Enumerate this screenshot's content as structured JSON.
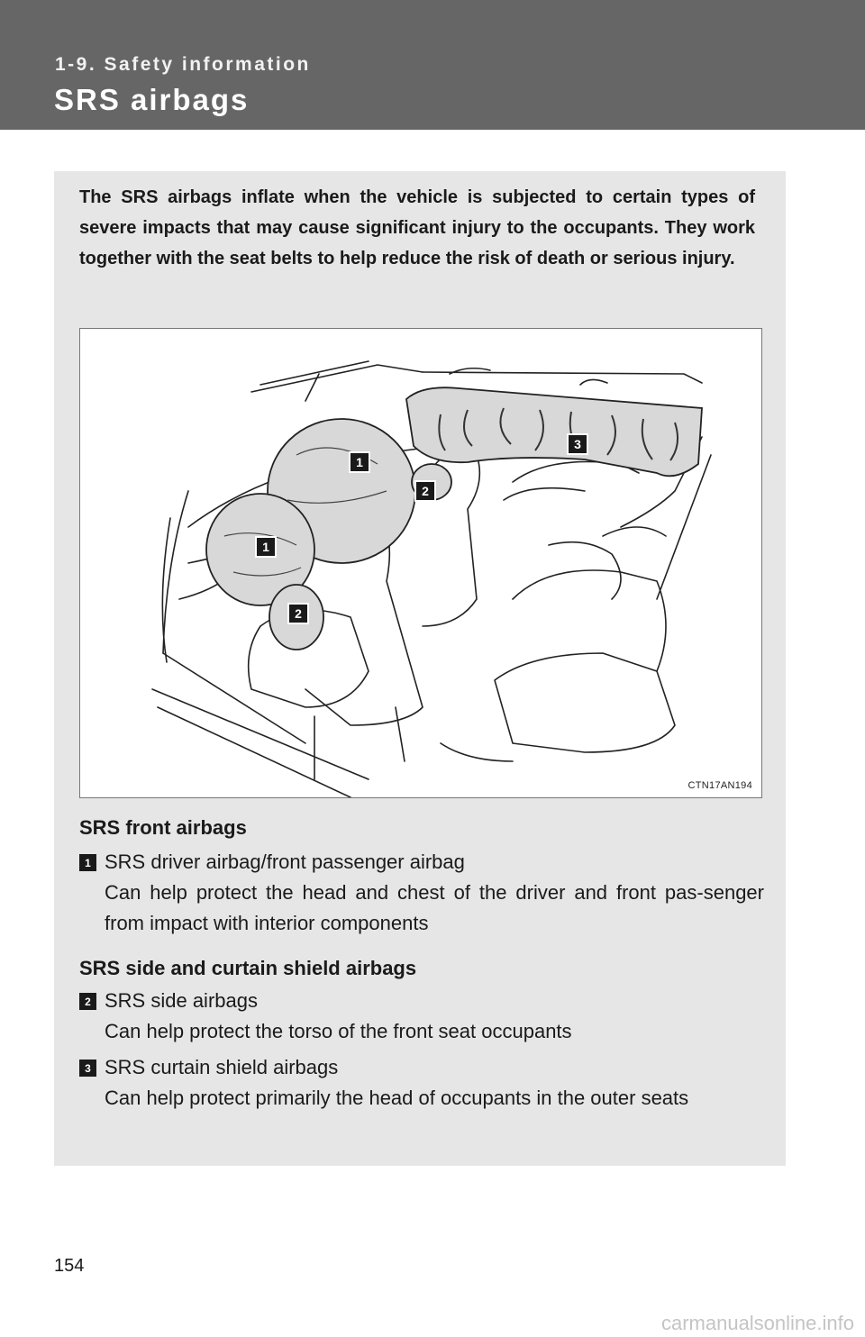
{
  "header": {
    "section": "1-9. Safety information",
    "title": "SRS airbags"
  },
  "intro": "The SRS airbags inflate when the vehicle is subjected to certain types of severe impacts that may cause significant injury to the occupants. They work together with the seat belts to help reduce the risk of death or serious injury.",
  "figure": {
    "code": "CTN17AN194",
    "callouts": [
      "1",
      "2",
      "3",
      "1",
      "2"
    ]
  },
  "sections": [
    {
      "title": "SRS front airbags",
      "items": [
        {
          "marker": "1",
          "name": "SRS driver airbag/front passenger airbag",
          "desc": "Can help protect the head and chest of the driver and front pas-senger from impact with interior components"
        }
      ]
    },
    {
      "title": "SRS side and curtain shield airbags",
      "items": [
        {
          "marker": "2",
          "name": "SRS side airbags",
          "desc": "Can help protect the torso of the front seat occupants"
        },
        {
          "marker": "3",
          "name": "SRS curtain shield airbags",
          "desc": "Can help protect primarily the head of occupants in the outer seats"
        }
      ]
    }
  ],
  "page_number": "154",
  "watermark": "carmanualsonline.info"
}
